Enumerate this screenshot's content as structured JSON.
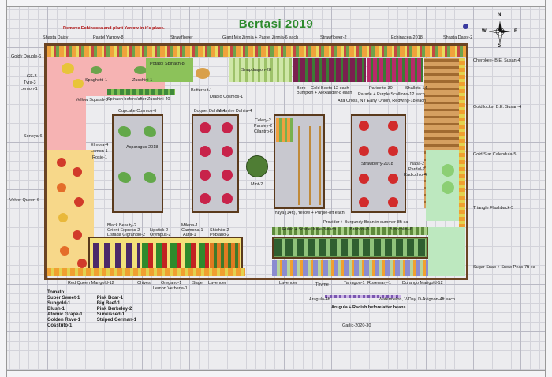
{
  "title": "Bertasi 2019",
  "note": "Remove Echinecea and plant Yarrow in it's place.",
  "compass": {
    "n": "N",
    "s": "S",
    "e": "E",
    "w": "W"
  },
  "labels": {
    "shasta_daisy_left": "Shasta Daisy",
    "pastel_yarrow": "Pastel Yarrow-8",
    "strawflower": "Strawflower",
    "giant_zinnia": "Giant Mix Zinnia + Pastel Zinnia-6 each",
    "strawflower2": "Strawflower-2",
    "echinacea": "Echinacea-2018",
    "shasta_daisy_right": "Shasta Daisy-2",
    "goldy_double": "Goldy Double-6",
    "gf3": "GF-3",
    "tyra": "Tyra-3",
    "lemon1": "Lemon-1",
    "spaghetti": "Spaghetti-1",
    "zucchini": "Zucchini-1",
    "yellow_squash": "Yellow Squash-3",
    "potato_spinach": "Potato/ Spinach-8",
    "snapdragon": "Snapdragon-28",
    "spinach_zucchini": "Spinach before/after Zucchini-40",
    "butternut": "Butternut-1",
    "diablo": "Diablo Cosmos-1",
    "boro_beets": "Boro + Gold Beets-12 each",
    "bumpkin_alexander": "Bumpkin + Alexander-8 each",
    "parisette": "Parisette-30",
    "shallots": "Shallots-14",
    "parade_scallions": "Parade + Purple Scallions-12 each",
    "alta_cross": "Alta Cross, NY Early Onion, Redwing-18 each",
    "cherokee": "Cherokee- B.E. Susan-4",
    "goldilocks": "Goldilocks- B.E. Susan-4",
    "sonoya": "Sonoya-6",
    "cupcake": "Cupcake Cosmos-6",
    "asparagus": "Asparagus-2018",
    "elmora": "Elmora-4",
    "lemon_elmora": "Lemon-1",
    "rosie": "Rosie-1",
    "boquet_dahlia": "Boquet Dahlia-4",
    "moonfire": "Moonfire Dahlia-4",
    "celery": "Celery-2",
    "parsley": "Parsley-2",
    "cilantro": "Cilantro-6",
    "mint": "Mint-2",
    "strawberry": "Strawberry-2018",
    "napa": "Napa-2",
    "pardal": "Pardal-2",
    "radicchio": "Radicchio-4",
    "gold_star": "Gold Star Calendula-5",
    "triangle": "Triangle Flashback-5",
    "velvet_queen": "Velvet Queen-6",
    "yaya": "Yaya (14ft), Yellow + Purple-8ft each",
    "provider": "Provider + Burgundy Bean in summer-8ft ea",
    "rubic": "Rubic + Scarlet Kale-3 each",
    "broccoli_5": "Broccoli-5",
    "broccolini": "Broccolini-6",
    "sugar_snap": "Sugar Snap + Snow Peas-7ft ea",
    "black_beauty": "Black Beauty-2",
    "orient": "Orient Express-2",
    "listada": "Listada Gigrandio-2",
    "lipstick": "Lipstick-2",
    "olympus": "Olympus-2",
    "milena": "Milena-1",
    "carmona": "Carmona-1",
    "aura": "Aura-1",
    "shishito": "Shishito-2",
    "poblano": "Poblano-2",
    "red_queen": "Red Queen Marigold-12",
    "chives": "Chives",
    "oregano": "Oregano-1",
    "sage": "Sage",
    "lemon_verbena": "Lemon Verbena-1",
    "lavender_mid": "Lavender",
    "lavender_right": "Lavender",
    "thyme": "Thyme",
    "tarragon": "Tarragon-1",
    "rosemary": "Rosemary-1",
    "durango": "Durango Marigold-12",
    "arugula": "Arugula-4ft",
    "watermelon": "Watermelon, V-Day, D-Avignon-4ft each",
    "arugula_radish": "Arugula + Radish before/after beans",
    "garlic": "Garlic-2020-30"
  },
  "tomato_legend": {
    "heading": "Tomato:",
    "col1": [
      "Super Sweet-1",
      "Sungold-1",
      "Blush-1",
      "Atomic Grape-1",
      "Golden Rave-1",
      "Cosstuto-1"
    ],
    "col2": [
      "Pink Boar-1",
      "Big Beef-1",
      "Pink Berkeley-2",
      "Sunkissed-1",
      "Striped German-1"
    ]
  },
  "colors": {
    "title": "#2e8b2e",
    "bed_border": "#5a3a1c",
    "pink_zone": "#f6b3b3",
    "orange_zone": "#f7d88a",
    "soil": "#c8c8cf",
    "green_zone": "#bde8bf"
  }
}
